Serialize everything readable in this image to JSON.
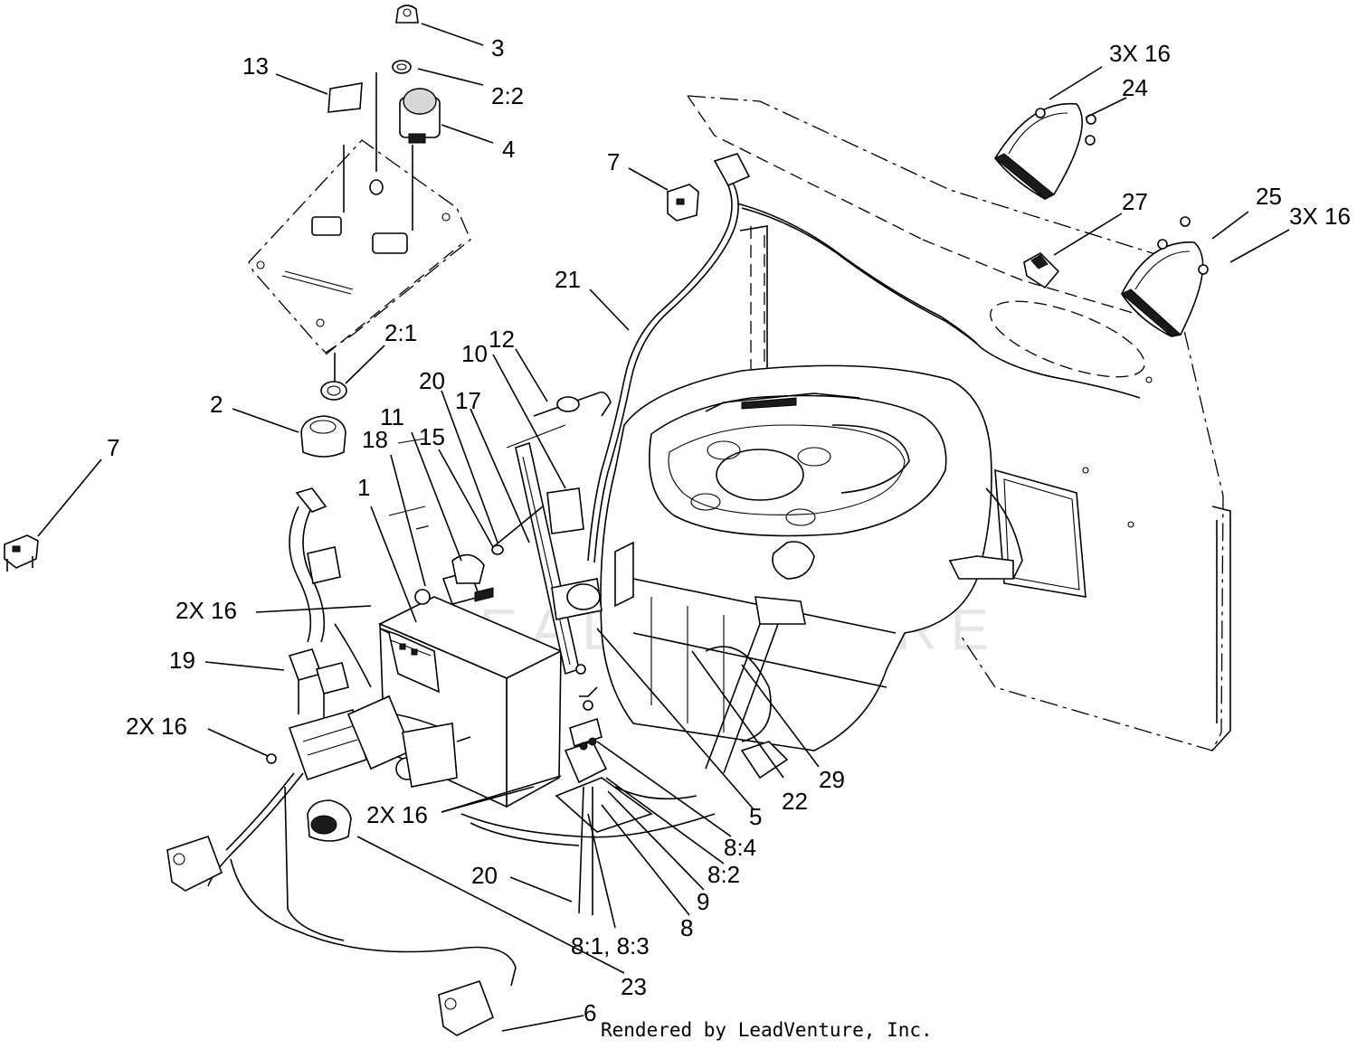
{
  "diagram": {
    "callouts": [
      {
        "id": "c-3",
        "text": "3"
      },
      {
        "id": "c-22a",
        "text": "2:2"
      },
      {
        "id": "c-4",
        "text": "4"
      },
      {
        "id": "c-13",
        "text": "13"
      },
      {
        "id": "c-21a",
        "text": "2:1"
      },
      {
        "id": "c-2",
        "text": "2"
      },
      {
        "id": "c-7a",
        "text": "7"
      },
      {
        "id": "c-7b",
        "text": "7"
      },
      {
        "id": "c-3x16a",
        "text": "3X 16"
      },
      {
        "id": "c-24",
        "text": "24"
      },
      {
        "id": "c-27",
        "text": "27"
      },
      {
        "id": "c-25",
        "text": "25"
      },
      {
        "id": "c-3x16b",
        "text": "3X 16"
      },
      {
        "id": "c-21",
        "text": "21"
      },
      {
        "id": "c-12",
        "text": "12"
      },
      {
        "id": "c-10",
        "text": "10"
      },
      {
        "id": "c-20a",
        "text": "20"
      },
      {
        "id": "c-17",
        "text": "17"
      },
      {
        "id": "c-11",
        "text": "11"
      },
      {
        "id": "c-18",
        "text": "18"
      },
      {
        "id": "c-15",
        "text": "15"
      },
      {
        "id": "c-1",
        "text": "1"
      },
      {
        "id": "c-2x16a",
        "text": "2X 16"
      },
      {
        "id": "c-19",
        "text": "19"
      },
      {
        "id": "c-2x16b",
        "text": "2X 16"
      },
      {
        "id": "c-2x16c",
        "text": "2X 16"
      },
      {
        "id": "c-20b",
        "text": "20"
      },
      {
        "id": "c-81",
        "text": "8:1, 8:3"
      },
      {
        "id": "c-8",
        "text": "8"
      },
      {
        "id": "c-9",
        "text": "9"
      },
      {
        "id": "c-82",
        "text": "8:2"
      },
      {
        "id": "c-84",
        "text": "8:4"
      },
      {
        "id": "c-5",
        "text": "5"
      },
      {
        "id": "c-22",
        "text": "22"
      },
      {
        "id": "c-29",
        "text": "29"
      },
      {
        "id": "c-23",
        "text": "23"
      },
      {
        "id": "c-6",
        "text": "6"
      }
    ],
    "watermark": "LEADVENTURE",
    "credit": "Rendered by LeadVenture, Inc."
  },
  "colors": {
    "ink": "#000000",
    "background": "#ffffff",
    "watermark": "#e6e6e6"
  }
}
